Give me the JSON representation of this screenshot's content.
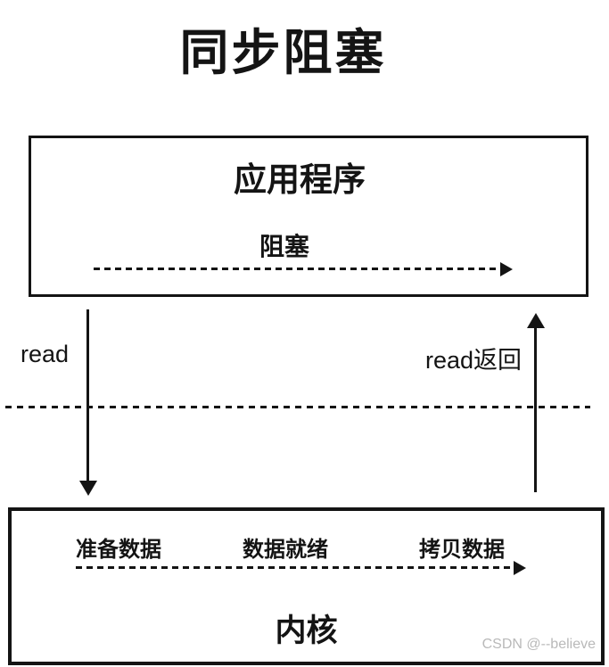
{
  "title": "同步阻塞",
  "app_box": {
    "label": "应用程序",
    "blocking_label": "阻塞"
  },
  "syscall": {
    "read_label": "read",
    "read_return_label": "read返回"
  },
  "kernel_box": {
    "label": "内核",
    "steps": [
      {
        "label": "准备数据"
      },
      {
        "label": "数据就绪"
      },
      {
        "label": "拷贝数据"
      }
    ]
  },
  "watermark": {
    "text": "CSDN @--believe"
  },
  "colors": {
    "ink": "#141414",
    "background": "#ffffff",
    "watermark": "#b9b9b9"
  }
}
